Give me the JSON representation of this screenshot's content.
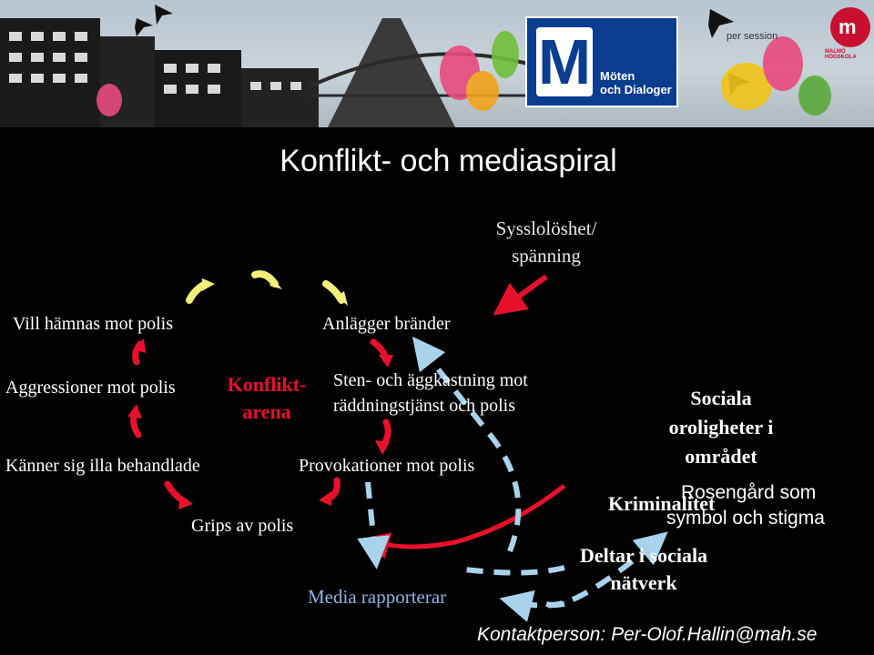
{
  "header": {
    "logo_letter": "M",
    "logo_text_line1": "Möten",
    "logo_text_line2": "och Dialoger",
    "session_text": "per session",
    "university_letter": "m",
    "university_caption": "MALMÖ HÖGSKOLA",
    "colors": {
      "logo_blue": "#0a3d8f",
      "university_red": "#c8102e"
    }
  },
  "slide": {
    "title": "Konflikt- och mediaspiral",
    "nodes": {
      "sysslos_line1": "Sysslolöshet/",
      "sysslos_line2": "spänning",
      "hamnas": "Vill hämnas mot polis",
      "anlagger": "Anlägger bränder",
      "aggression": "Aggressioner mot polis",
      "arena_line1": "Konflikt-",
      "arena_line2": "arena",
      "sten_line1": "Sten- och äggkastning mot",
      "sten_line2": "räddningstjänst och polis",
      "sociala_line1": "Sociala",
      "sociala_line2": "oroligheter i",
      "sociala_line3": "området",
      "kanner": "Känner sig illa behandlade",
      "provokationer": "Provokationer mot polis",
      "rosengard_line1": "Rosengård som",
      "rosengard_line2": "symbol och stigma",
      "kriminalitet": "Kriminalitet",
      "grips": "Grips av polis",
      "deltar_line1": "Deltar i sociala",
      "deltar_line2": "nätverk",
      "media": "Media rapporterar",
      "contact": "Kontaktperson: Per-Olof.Hallin@mah.se"
    },
    "colors": {
      "red_arrow": "#e8112d",
      "yellow_arrow": "#f3ef7a",
      "dashed_arrow": "#a9d3ea",
      "media_text": "#8fb3e0",
      "sysslos_text": "#e8e8f0"
    }
  }
}
